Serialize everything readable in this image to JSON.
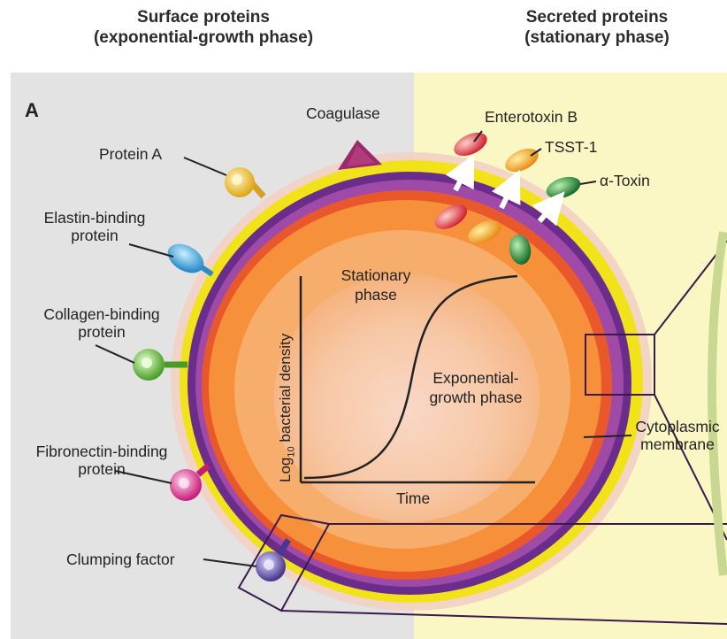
{
  "headers": {
    "left": [
      "Surface proteins",
      "(exponential-growth phase)"
    ],
    "right": [
      "Secreted proteins",
      "(stationary phase)"
    ]
  },
  "panel_letter": "A",
  "surface_proteins": [
    {
      "label": [
        "Protein A"
      ],
      "color": "#f2c530"
    },
    {
      "label": [
        "Elastin-binding",
        "protein"
      ],
      "color": "#3aa8dc"
    },
    {
      "label": [
        "Collagen-binding",
        "protein"
      ],
      "color": "#6fc23a"
    },
    {
      "label": [
        "Fibronectin-binding",
        "protein"
      ],
      "color": "#e0409a"
    },
    {
      "label": [
        "Clumping factor"
      ],
      "color": "#6a56b0"
    }
  ],
  "coagulase": {
    "label": "Coagulase",
    "color": "#9a2a6a"
  },
  "secreted_proteins": [
    {
      "label": "Enterotoxin B",
      "color": "#e03a4a"
    },
    {
      "label": "TSST-1",
      "color": "#f0a020"
    },
    {
      "label": "α-Toxin",
      "color": "#1f8a3a"
    }
  ],
  "growth_curve": {
    "ylabel_prefix": "Log",
    "ylabel_sub": "10",
    "ylabel_rest": " bacterial density",
    "xlabel": "Time",
    "stationary_label": [
      "Stationary",
      "phase"
    ],
    "exponential_label": [
      "Exponential-",
      "growth phase"
    ]
  },
  "membrane_label": [
    "Cytoplasmic",
    "membrane"
  ],
  "colors": {
    "left_bg": "#e3e3e3",
    "right_bg": "#fbf7c5",
    "cell_wall_yellow": "#f2e21a",
    "membrane_purple": "#5a2580",
    "cytoplasm_orange": "#f7903a",
    "inner_light": "#f8cdb0"
  }
}
